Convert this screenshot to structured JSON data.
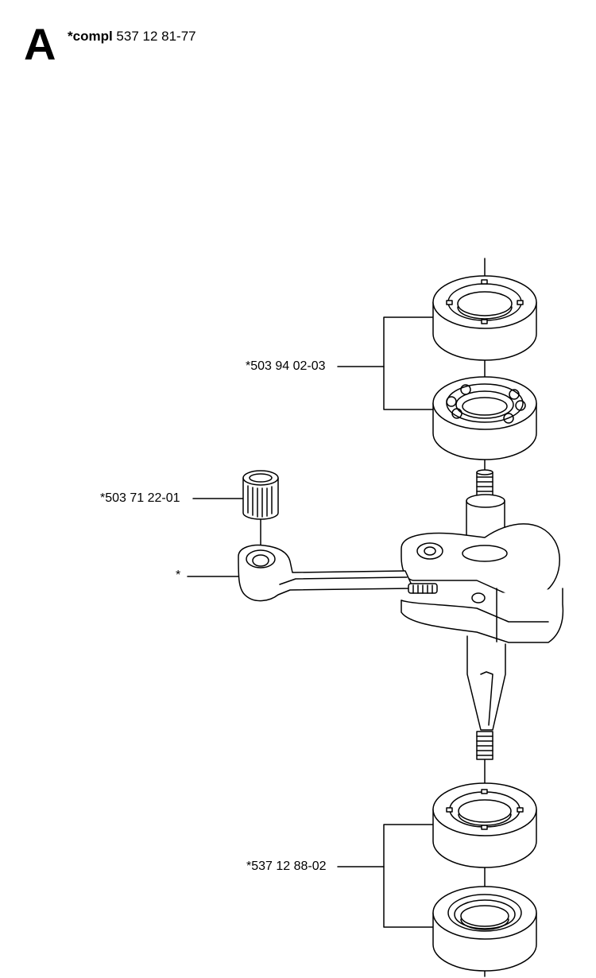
{
  "header": {
    "section_letter": "A",
    "compl_prefix": "*compl",
    "compl_number": "537 12 81-77"
  },
  "callouts": {
    "bearing_pair_top": "*503 94 02-03",
    "needle_bearing": "*503 71 22-01",
    "crankshaft": "*",
    "seal_pair_bottom": "*537 12 88-02"
  }
}
